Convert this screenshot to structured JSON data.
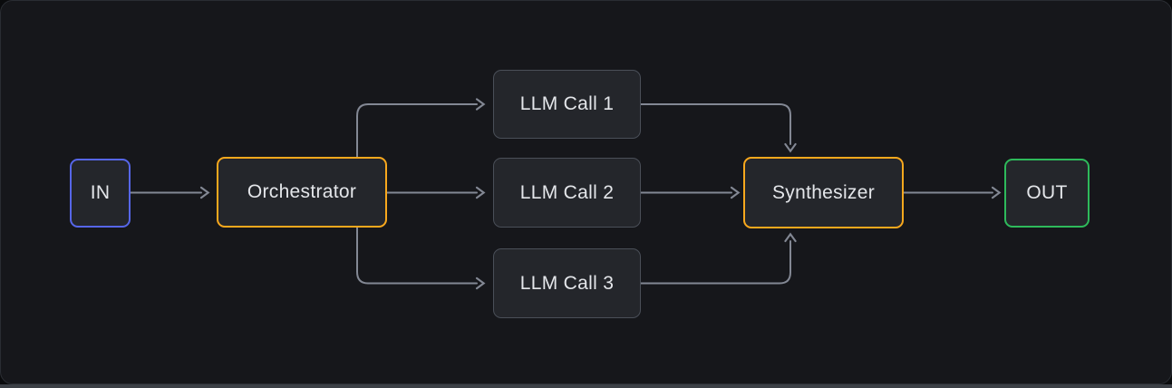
{
  "diagram": {
    "type": "flowchart",
    "pattern": "orchestrator-workers",
    "nodes": [
      {
        "id": "in",
        "label": "IN",
        "role": "input",
        "border_color": "#5666e8"
      },
      {
        "id": "orchestrator",
        "label": "Orchestrator",
        "role": "orchestrator",
        "border_color": "#f8a81d"
      },
      {
        "id": "llm-call-1",
        "label": "LLM Call 1",
        "role": "worker",
        "border_color": "#4a4f58"
      },
      {
        "id": "llm-call-2",
        "label": "LLM Call 2",
        "role": "worker",
        "border_color": "#4a4f58"
      },
      {
        "id": "llm-call-3",
        "label": "LLM Call 3",
        "role": "worker",
        "border_color": "#4a4f58"
      },
      {
        "id": "synthesizer",
        "label": "Synthesizer",
        "role": "synthesizer",
        "border_color": "#f8a81d"
      },
      {
        "id": "out",
        "label": "OUT",
        "role": "output",
        "border_color": "#2eba5b"
      }
    ],
    "edges": [
      {
        "from": "IN",
        "to": "Orchestrator"
      },
      {
        "from": "Orchestrator",
        "to": "LLM Call 1"
      },
      {
        "from": "Orchestrator",
        "to": "LLM Call 2"
      },
      {
        "from": "Orchestrator",
        "to": "LLM Call 3"
      },
      {
        "from": "LLM Call 1",
        "to": "Synthesizer"
      },
      {
        "from": "LLM Call 2",
        "to": "Synthesizer"
      },
      {
        "from": "LLM Call 3",
        "to": "Synthesizer"
      },
      {
        "from": "Synthesizer",
        "to": "OUT"
      }
    ],
    "colors": {
      "outer_background": "#0a0b0d",
      "canvas_background": "#16171b",
      "canvas_border": "#2a2d33",
      "bottom_strip": "#3c4046",
      "node_fill": "#24262b",
      "node_text": "#e4e6ea",
      "connector": "#838894",
      "accent_input": "#5666e8",
      "accent_orchestrator": "#f8a81d",
      "accent_worker_border": "#4a4f58",
      "accent_output": "#2eba5b"
    }
  }
}
